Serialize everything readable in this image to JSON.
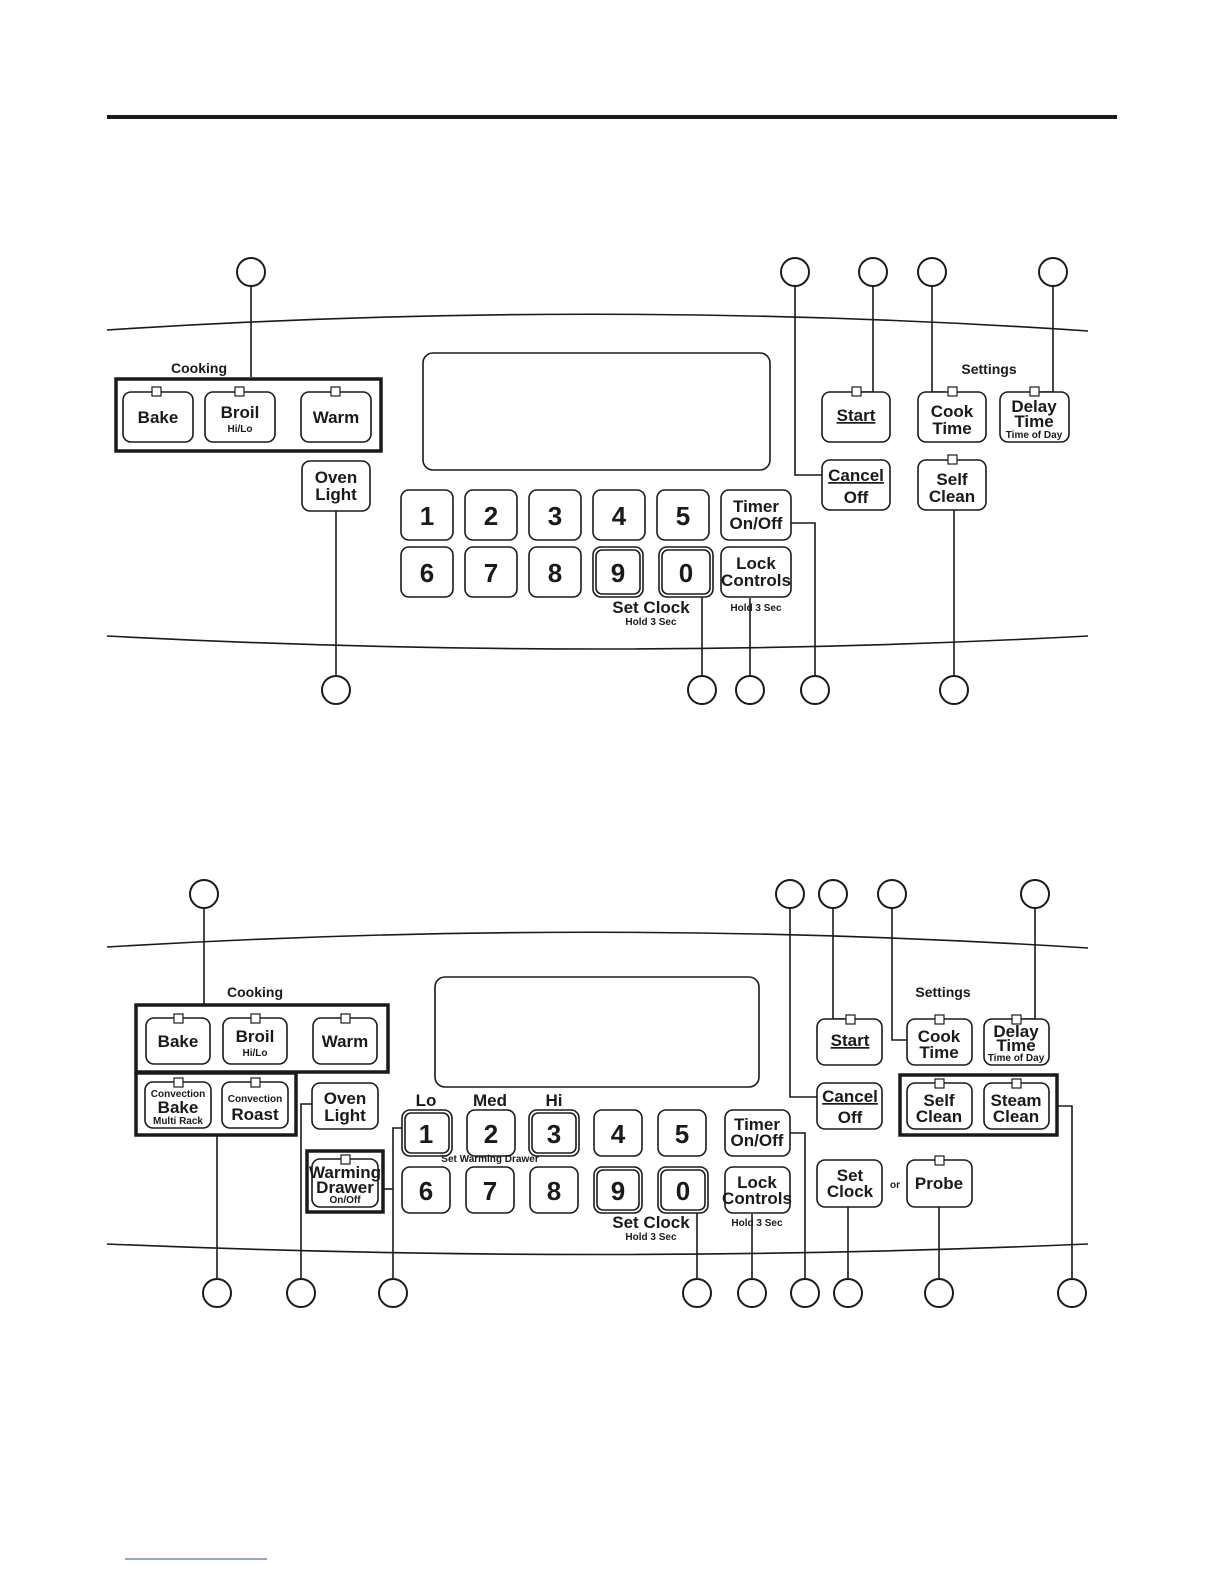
{
  "panel_1": {
    "cooking_label": "Cooking",
    "settings_label": "Settings",
    "set_clock_label": "Set Clock",
    "set_clock_hint": "Hold 3 Sec",
    "lock_hint": "Hold 3 Sec",
    "buttons": {
      "bake": {
        "label": "Bake"
      },
      "broil": {
        "label": "Broil",
        "sub": "Hi/Lo"
      },
      "warm": {
        "label": "Warm"
      },
      "oven_light": {
        "line1": "Oven",
        "line2": "Light"
      },
      "start": {
        "label": "Start"
      },
      "cook_time": {
        "line1": "Cook",
        "line2": "Time"
      },
      "delay_time": {
        "line1": "Delay",
        "line2": "Time",
        "sub": "Time of Day"
      },
      "cancel_off": {
        "line1": "Cancel",
        "line2": "Off"
      },
      "self_clean": {
        "line1": "Self",
        "line2": "Clean"
      },
      "timer": {
        "line1": "Timer",
        "line2": "On/Off"
      },
      "lock_controls": {
        "line1": "Lock",
        "line2": "Controls"
      }
    },
    "keypad": [
      "1",
      "2",
      "3",
      "4",
      "5",
      "6",
      "7",
      "8",
      "9",
      "0"
    ]
  },
  "panel_2": {
    "cooking_label": "Cooking",
    "settings_label": "Settings",
    "set_clock_label": "Set Clock",
    "set_clock_hint": "Hold 3 Sec",
    "lock_hint": "Hold 3 Sec",
    "warming_levels": [
      "Lo",
      "Med",
      "Hi"
    ],
    "set_warming_drawer_label": "Set Warming Drawer",
    "or_label": "or",
    "buttons": {
      "bake": {
        "label": "Bake"
      },
      "broil": {
        "label": "Broil",
        "sub": "Hi/Lo"
      },
      "warm": {
        "label": "Warm"
      },
      "convection_bake": {
        "top": "Convection",
        "label": "Bake",
        "sub": "Multi Rack"
      },
      "convection_roast": {
        "top": "Convection",
        "label": "Roast"
      },
      "oven_light": {
        "line1": "Oven",
        "line2": "Light"
      },
      "warming_drawer": {
        "line1": "Warming",
        "line2": "Drawer",
        "sub": "On/Off"
      },
      "start": {
        "label": "Start"
      },
      "cook_time": {
        "line1": "Cook",
        "line2": "Time"
      },
      "delay_time": {
        "line1": "Delay",
        "line2": "Time",
        "sub": "Time of Day"
      },
      "cancel_off": {
        "line1": "Cancel",
        "line2": "Off"
      },
      "self_clean": {
        "line1": "Self",
        "line2": "Clean"
      },
      "steam_clean": {
        "line1": "Steam",
        "line2": "Clean"
      },
      "timer": {
        "line1": "Timer",
        "line2": "On/Off"
      },
      "lock_controls": {
        "line1": "Lock",
        "line2": "Controls"
      },
      "set_clock": {
        "line1": "Set",
        "line2": "Clock"
      },
      "probe": {
        "label": "Probe"
      }
    },
    "keypad": [
      "1",
      "2",
      "3",
      "4",
      "5",
      "6",
      "7",
      "8",
      "9",
      "0"
    ]
  }
}
